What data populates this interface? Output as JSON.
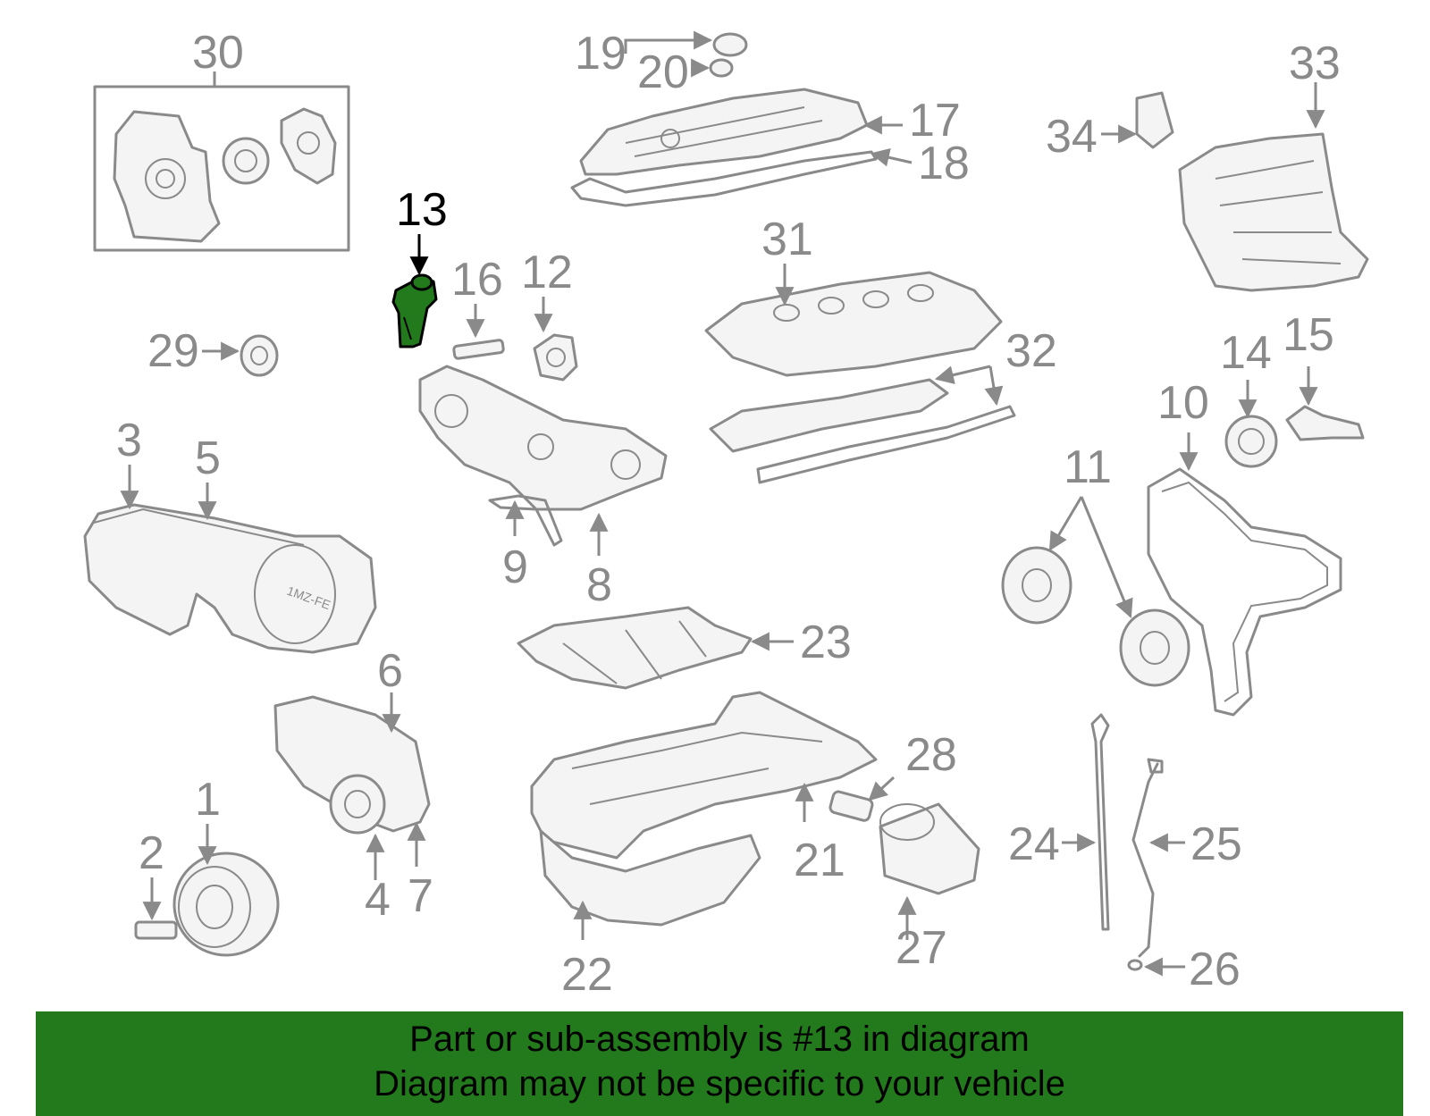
{
  "highlight_color": "#237a1c",
  "highlighted_part": "13",
  "labels": {
    "l1": "1",
    "l2": "2",
    "l3": "3",
    "l4": "4",
    "l5": "5",
    "l6": "6",
    "l7": "7",
    "l8": "8",
    "l9": "9",
    "l10": "10",
    "l11": "11",
    "l12": "12",
    "l13": "13",
    "l14": "14",
    "l15": "15",
    "l16": "16",
    "l17": "17",
    "l18": "18",
    "l19": "19",
    "l20": "20",
    "l21": "21",
    "l22": "22",
    "l23": "23",
    "l24": "24",
    "l25": "25",
    "l26": "26",
    "l27": "27",
    "l28": "28",
    "l29": "29",
    "l30": "30",
    "l31": "31",
    "l32": "32",
    "l33": "33",
    "l34": "34"
  },
  "belt_cover_text": "1MZ-FE",
  "banner": {
    "line1": "Part or sub-assembly is #13 in diagram",
    "line2": "Diagram may not be specific to your vehicle"
  }
}
